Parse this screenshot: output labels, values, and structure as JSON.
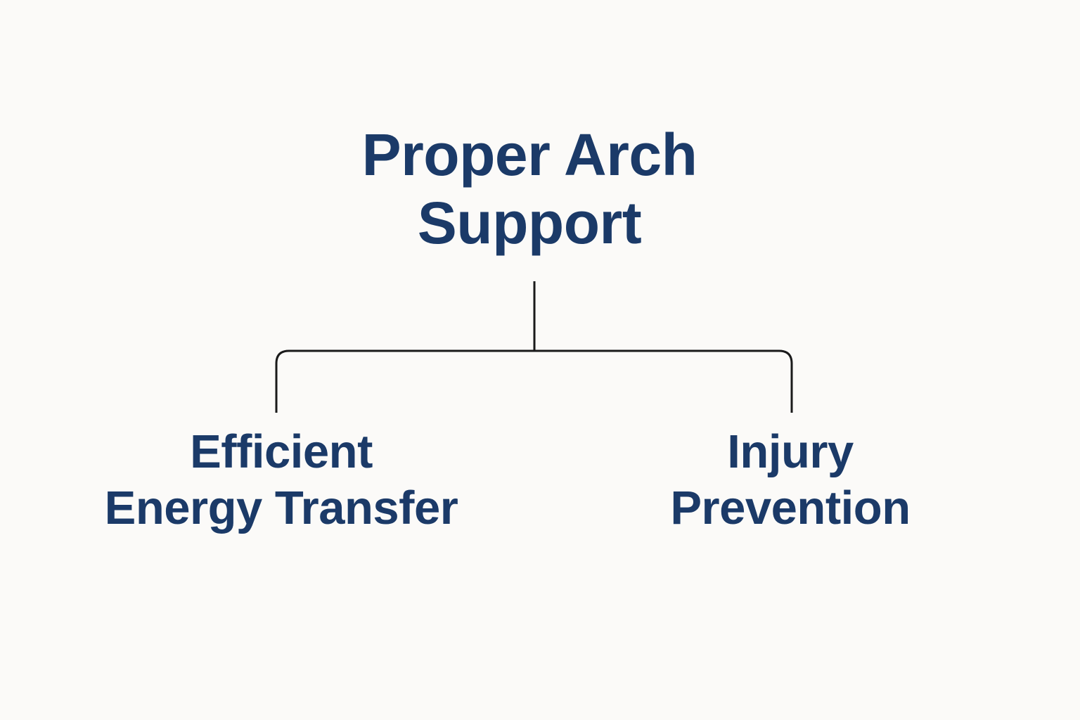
{
  "diagram": {
    "type": "tree",
    "nodes": {
      "root": {
        "line1": "Proper Arch",
        "line2": "Support"
      },
      "children": [
        {
          "line1": "Efficient",
          "line2": "Energy Transfer"
        },
        {
          "line1": "Injury",
          "line2": "Prevention"
        }
      ]
    },
    "edges": [
      {
        "from": "root",
        "to": "child-0"
      },
      {
        "from": "root",
        "to": "child-1"
      }
    ]
  },
  "colors": {
    "text": "#1b3a68",
    "line": "#1a1a1a",
    "background": "#fbfaf8"
  }
}
